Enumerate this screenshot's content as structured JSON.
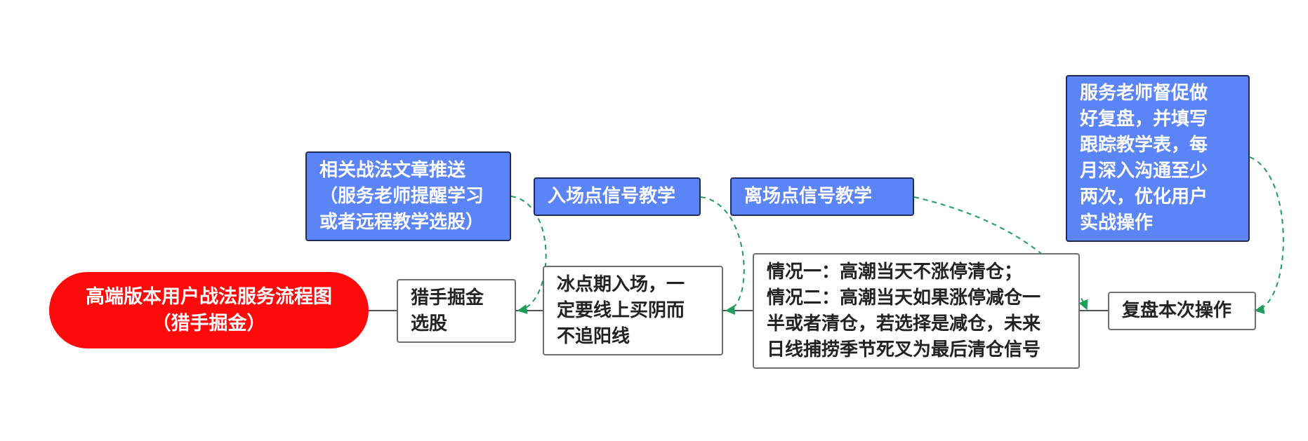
{
  "root": {
    "text": "高端版本用户战法服务流程图\n（猎手掘金）"
  },
  "steps": [
    {
      "text": "猎手掘金\n选股"
    },
    {
      "text": "冰点期入场，一\n定要线上买阴而\n不追阳线"
    },
    {
      "text": "情况一：高潮当天不涨停清仓；\n情况二：高潮当天如果涨停减仓一\n半或者清仓，若选择是减仓，未来\n日线捕捞季节死叉为最后清仓信号"
    },
    {
      "text": "复盘本次操作"
    }
  ],
  "notes": [
    {
      "text": "相关战法文章推送\n（服务老师提醒学习\n或者远程教学选股）"
    },
    {
      "text": "入场点信号教学"
    },
    {
      "text": "离场点信号教学"
    },
    {
      "text": "服务老师督促做\n好复盘，并填写\n跟踪教学表，每\n月深入沟通至少\n两次，优化用户\n实战操作"
    }
  ],
  "colors": {
    "root_fill": "#ff0a0a",
    "note_fill": "#5b84f7",
    "note_border": "#1f2c58",
    "step_border": "#6f6f6f",
    "dashed_connector": "#1e9e5a",
    "solid_connector": "#555555"
  }
}
